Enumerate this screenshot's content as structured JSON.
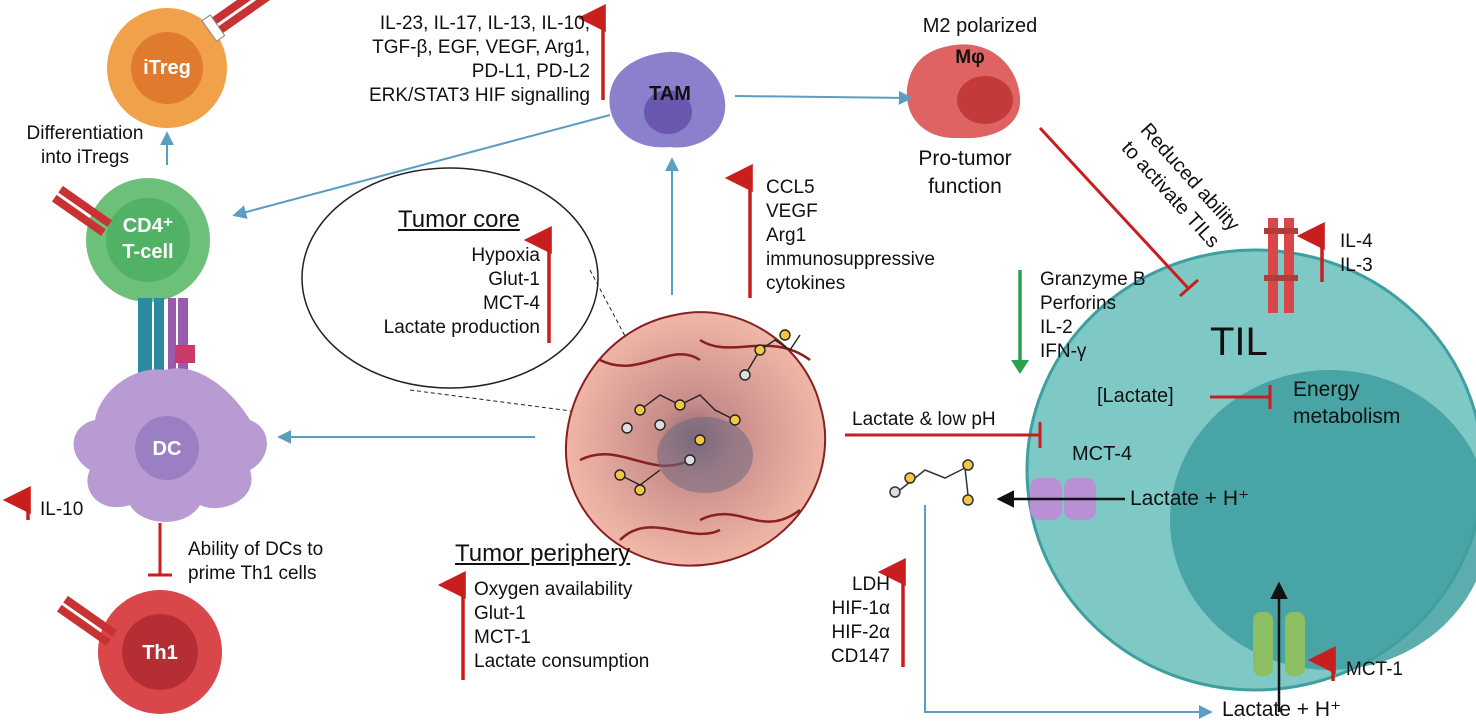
{
  "cells": {
    "itreg": "iTreg",
    "cd4_line1": "CD4⁺",
    "cd4_line2": "T-cell",
    "dc": "DC",
    "th1": "Th1",
    "tam": "TAM",
    "m2_title": "M2 polarized",
    "m2_label": "Mφ",
    "til": "TIL"
  },
  "labels": {
    "differentiation": [
      "Differentiation",
      "into iTregs"
    ],
    "tam_factors": [
      "IL-23, IL-17, IL-13, IL-10,",
      "TGF-β, EGF, VEGF, Arg1,",
      "PD-L1, PD-L2",
      "ERK/STAT3 HIF signalling"
    ],
    "pro_tumor": [
      "Pro-tumor",
      "function"
    ],
    "reduced_ability": [
      "Reduced ability",
      "to activate TILs"
    ],
    "dc_il10": "IL-10",
    "dc_prime": [
      "Ability of DCs to",
      "prime Th1 cells"
    ],
    "tumor_secreted": [
      "CCL5",
      "VEGF",
      "Arg1",
      "immunosuppressive",
      "cytokines"
    ],
    "til_cytokines_up": [
      "IL-4",
      "IL-3"
    ],
    "til_effectors_down": [
      "Granzyme B",
      "Perforins",
      "IL-2",
      "IFN-γ"
    ],
    "lactate_inhibit": "[Lactate]",
    "energy": [
      "Energy",
      "metabolism"
    ],
    "mct4": "MCT-4",
    "lactate_h_in": "Lactate + H⁺",
    "lactate_low_ph": "Lactate & low pH",
    "tumor_enzymes": [
      "LDH",
      "HIF-1α",
      "HIF-2α",
      "CD147"
    ],
    "mct1": "MCT-1",
    "lactate_h_out": "Lactate + H⁺"
  },
  "tumor_core": {
    "title": "Tumor core",
    "items": [
      "Hypoxia",
      "Glut-1",
      "MCT-4",
      "Lactate production"
    ]
  },
  "tumor_periphery": {
    "title": "Tumor periphery",
    "items": [
      "Oxygen availability",
      "Glut-1",
      "MCT-1",
      "Lactate consumption"
    ]
  },
  "colors": {
    "arrow_blue": "#5a9ec2",
    "arrow_red": "#c91e1e",
    "arrow_green": "#2ba24b",
    "til": "#7ec9c6",
    "til_nucleus": "#4fa7a7",
    "itreg": "#f0a14a",
    "cd4": "#6cc07a",
    "dc": "#b89bd3",
    "th1": "#d9474a",
    "tam": "#8b80cc",
    "m2": "#e06363",
    "tumor": "#e8a39a"
  }
}
